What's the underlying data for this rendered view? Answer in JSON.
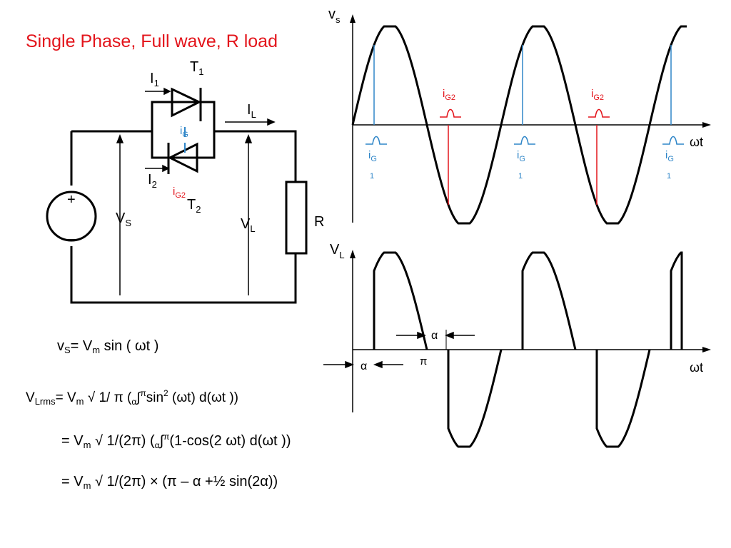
{
  "title": "Single Phase, Full wave, R load",
  "circuit": {
    "i1": "I",
    "i1_sub": "1",
    "i2": "I",
    "i2_sub": "2",
    "t1": "T",
    "t1_sub": "1",
    "t2": "T",
    "t2_sub": "2",
    "il": "I",
    "il_sub": "L",
    "ig1": "i",
    "ig1_sub": "G",
    "ig2": "i",
    "ig2_sub": "G2",
    "vs": "V",
    "vs_sub": "S",
    "vl": "V",
    "vl_sub": "L",
    "r": "R",
    "plus": "+",
    "minus": "_"
  },
  "graph_top": {
    "ylabel": "v",
    "ylabel_sub": "s",
    "xlabel": "ωt",
    "ig2_label": "i",
    "ig2_sub": "G2",
    "ig1_label": "i",
    "ig1_sub": "G",
    "ig1_sub2": "1"
  },
  "graph_bottom": {
    "ylabel": "V",
    "ylabel_sub": "L",
    "xlabel": "ωt",
    "alpha": "α",
    "pi": "π"
  },
  "equations": {
    "eq1": {
      "a": "v",
      "a_sub": "S",
      "b": "= V",
      "b_sub": "m",
      "c": " sin ( ωt )"
    },
    "eq2": {
      "a": "V",
      "a_sub": "Lrms",
      "b": "= V",
      "b_sub": "m",
      "c": " √ 1/ π (",
      "d": "α",
      "e": "∫",
      "f": "π",
      "g": "sin",
      "h": "2",
      "i": " (ωt) d(ωt ))"
    },
    "eq3": {
      "a": "= V",
      "a_sub": "m",
      "b": " √ 1/(2π) (",
      "c": "α",
      "d": "∫",
      "e": "π",
      "f": "(1-cos(2 ωt) d(ωt ))"
    },
    "eq4": {
      "a": "= V",
      "a_sub": "m",
      "b": " √ 1/(2π) × (π – α +½ sin(2α))"
    }
  },
  "colors": {
    "title": "#e3141b",
    "gate1": "#2f86c8",
    "gate2": "#e3141b",
    "line": "#000000"
  }
}
